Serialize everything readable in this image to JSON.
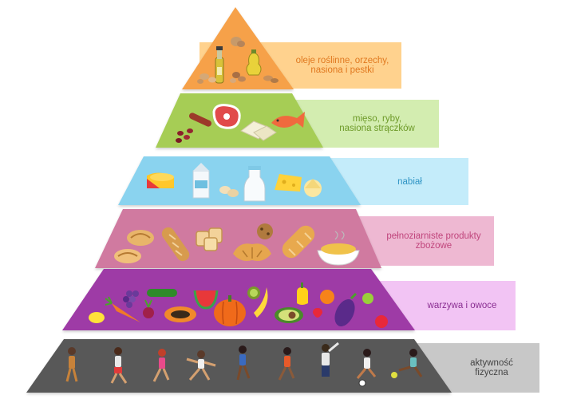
{
  "pyramid": {
    "tiers": [
      {
        "id": "fats",
        "label": "oleje roślinne, orzechy,\nnasiona i pestki",
        "tier_color": "#f6a14a",
        "band_color": "#ffd28e",
        "text_color": "#e0781f",
        "icons": [
          "olive-oil-bottle-icon",
          "oil-jug-icon",
          "walnut-icon",
          "nuts-icon",
          "seeds-icon",
          "almond-icon"
        ]
      },
      {
        "id": "protein",
        "label": "mięso, ryby,\nnasiona strączków",
        "tier_color": "#a6cd54",
        "band_color": "#d3edb0",
        "text_color": "#6d9a28",
        "icons": [
          "beans-icon",
          "sausage-icon",
          "steak-icon",
          "tofu-icon",
          "fish-icon"
        ]
      },
      {
        "id": "dairy",
        "label": "nabiał",
        "tier_color": "#8ad3ef",
        "band_color": "#c4ecfa",
        "text_color": "#2f94c4",
        "icons": [
          "cheese-wheel-icon",
          "milk-carton-icon",
          "eggs-icon",
          "milk-bottle-icon",
          "cheese-icon",
          "round-cheese-icon"
        ]
      },
      {
        "id": "grains",
        "label": "pełnoziarniste produkty\nzbożowe",
        "tier_color": "#d07aa0",
        "band_color": "#eeb8d2",
        "text_color": "#c0457c",
        "icons": [
          "cinnamon-roll-icon",
          "baguette-icon",
          "toast-icon",
          "cookie-icon",
          "croissant-icon",
          "bread-loaf-icon",
          "pasta-bowl-icon"
        ]
      },
      {
        "id": "produce",
        "label": "warzywa i owoce",
        "tier_color": "#9e3aa6",
        "band_color": "#f2c4f4",
        "text_color": "#8a2e92",
        "icons": [
          "lemon-icon",
          "carrot-icon",
          "grapes-icon",
          "beet-icon",
          "cucumber-icon",
          "papaya-icon",
          "watermelon-icon",
          "pumpkin-icon",
          "banana-icon",
          "kiwi-icon",
          "avocado-icon",
          "pepper-icon",
          "orange-icon",
          "eggplant-icon",
          "apple-icon",
          "strawberry-icon"
        ]
      },
      {
        "id": "activity",
        "label": "aktywność\nfizyczna",
        "tier_color": "#585858",
        "band_color": "#c8c8c8",
        "text_color": "#444444",
        "icons": [
          "athlete-icon"
        ]
      }
    ]
  }
}
